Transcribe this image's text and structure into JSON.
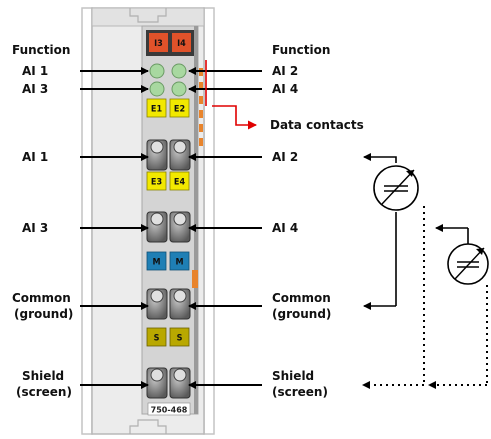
{
  "labels": {
    "left_function": "Function",
    "left_ai1_top": "AI 1",
    "left_ai3_top": "AI 3",
    "left_ai1": "AI 1",
    "left_ai3": "AI 3",
    "left_common": "Common",
    "left_common_sub": "(ground)",
    "left_shield": "Shield",
    "left_shield_sub": "(screen)",
    "right_function": "Function",
    "right_ai2_top": "AI 2",
    "right_ai4_top": "AI 4",
    "right_data_contacts": "Data contacts",
    "right_ai2": "AI 2",
    "right_ai4": "AI 4",
    "right_common": "Common",
    "right_common_sub": "(ground)",
    "right_shield": "Shield",
    "right_shield_sub": "(screen)"
  },
  "module": {
    "model": "750-468",
    "tags": {
      "i3": "I3",
      "i4": "I4",
      "e1": "E1",
      "e2": "E2",
      "e3": "E3",
      "e4": "E4",
      "m1": "M",
      "m2": "M",
      "s1": "S",
      "s2": "S"
    },
    "colors": {
      "led_red": "#e0522a",
      "led_green": "#a8d8a0",
      "e_yellow": "#f2e800",
      "m_blue": "#1f7fb5",
      "s_olive": "#b9a800",
      "orange_marker": "#e8842c",
      "body_gray": "#d4d4d4",
      "frame_gray": "#b8b8b8"
    }
  },
  "colors": {
    "arrow": "#000000",
    "data_arrow": "#e00000"
  }
}
